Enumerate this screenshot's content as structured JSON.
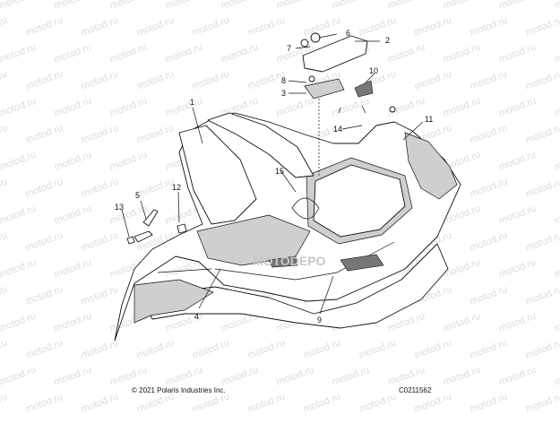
{
  "diagram": {
    "callouts": [
      "1",
      "2",
      "3",
      "4",
      "5",
      "6",
      "7",
      "8",
      "9",
      "10",
      "11",
      "12",
      "13",
      "14",
      "15"
    ],
    "watermark_text": "motod.ru",
    "center_watermark": "MOTODEPO",
    "copyright": "© 2021 Polaris Industries Inc.",
    "figure_code": "C0211562"
  }
}
